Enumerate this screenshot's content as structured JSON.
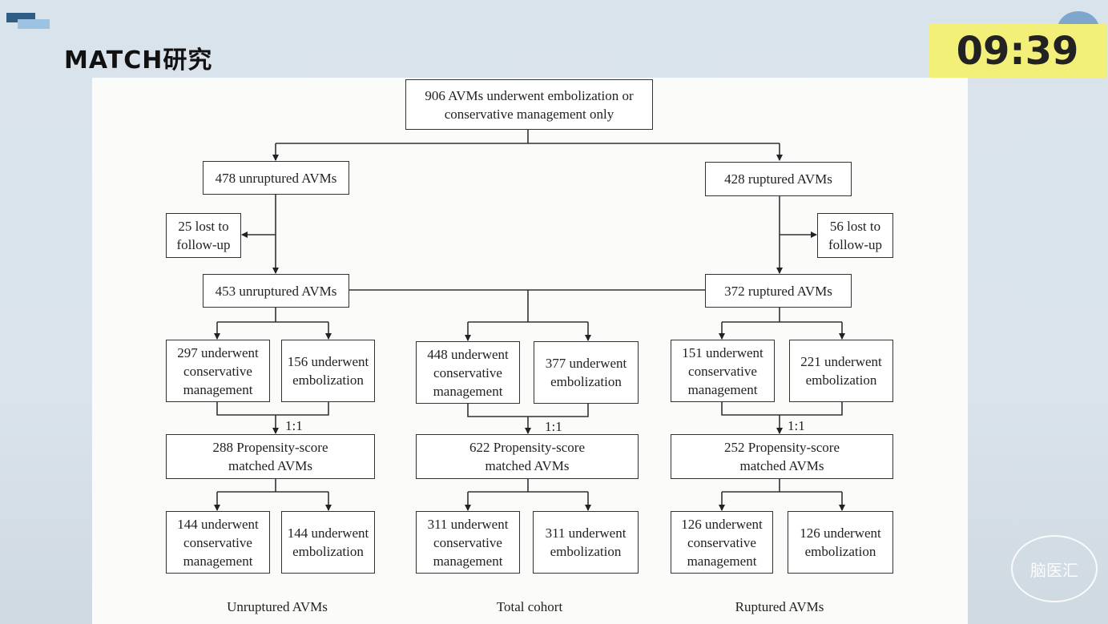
{
  "header": {
    "title": "MATCH研究",
    "timer": "09:39"
  },
  "flowchart": {
    "top": "906 AVMs underwent embolization or\nconservative management only",
    "unruptured_initial": "478 unruptured AVMs",
    "ruptured_initial": "428 ruptured AVMs",
    "unruptured_lost": "25 lost to\nfollow-up",
    "ruptured_lost": "56 lost to\nfollow-up",
    "unruptured_followed": "453 unruptured AVMs",
    "ruptured_followed": "372 ruptured AVMs",
    "unruptured_conservative": "297 underwent\nconservative\nmanagement",
    "unruptured_embolization": "156 underwent\nembolization",
    "total_conservative": "448 underwent\nconservative\nmanagement",
    "total_embolization": "377 underwent\nembolization",
    "ruptured_conservative": "151 underwent\nconservative\nmanagement",
    "ruptured_embolization": "221 underwent\nembolization",
    "ratio": "1:1",
    "unruptured_matched": "288 Propensity-score\nmatched AVMs",
    "total_matched": "622 Propensity-score\nmatched AVMs",
    "ruptured_matched": "252 Propensity-score\nmatched AVMs",
    "unruptured_final_conservative": "144 underwent\nconservative\nmanagement",
    "unruptured_final_embolization": "144 underwent\nembolization",
    "total_final_conservative": "311 underwent\nconservative\nmanagement",
    "total_final_embolization": "311 underwent\nembolization",
    "ruptured_final_conservative": "126 underwent\nconservative\nmanagement",
    "ruptured_final_embolization": "126 underwent\nembolization",
    "label_unruptured": "Unruptured AVMs",
    "label_total": "Total cohort",
    "label_ruptured": "Ruptured AVMs"
  },
  "watermark": "脑医汇"
}
